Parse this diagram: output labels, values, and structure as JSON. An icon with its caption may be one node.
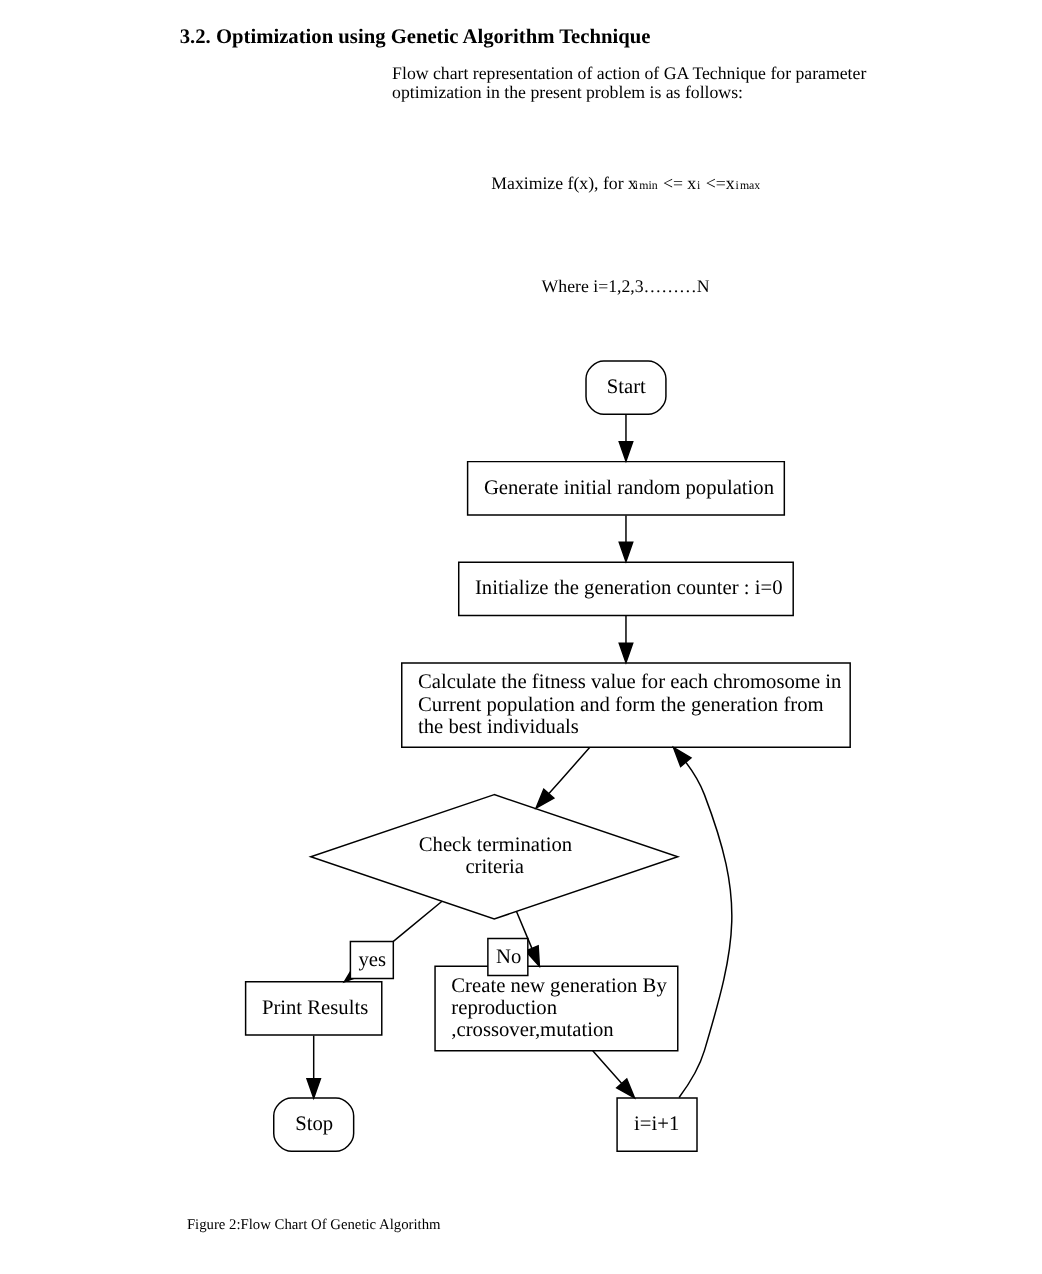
{
  "diagram": {
    "title": "3.2. Optimization using Genetic Algorithm Technique",
    "caption": "Figure 2:Flow Chart Of Genetic Algorithm",
    "nodes": [
      {
        "text": [
          "Start"
        ]
      },
      {
        "text": [
          "Generate initial random population"
        ]
      },
      {
        "text": [
          "Initialize the generation counter : i=0"
        ]
      },
      {
        "text": [
          "Calculate the fitness value for each chromosome in Current population and form the generation from the best individuals"
        ]
      },
      {
        "text": [
          "Check termination criteria"
        ]
      },
      {
        "text": [
          "Create new generation By reproduction ,crossover,mutation"
        ]
      },
      {
        "text": [
          "i=i+1"
        ]
      },
      {
        "text": [
          "Print Results"
        ]
      },
      {
        "text": [
          "Stop"
        ]
      }
    ],
    "edges": [
      {
        "from": 0,
        "to": 1,
        "arrow": "to"
      },
      {
        "from": 1,
        "to": 2,
        "arrow": "to"
      },
      {
        "from": 2,
        "to": 3,
        "arrow": "to"
      },
      {
        "from": 3,
        "to": 4,
        "arrow": "to"
      },
      {
        "from": 4,
        "to": 5,
        "arrow": "to",
        "label": "No"
      },
      {
        "from": 5,
        "to": 6,
        "arrow": "to"
      },
      {
        "from": 6,
        "to": 3,
        "arrow": "to"
      },
      {
        "from": 4,
        "to": 7,
        "arrow": "to",
        "label": "yes"
      },
      {
        "from": 7,
        "to": 8,
        "arrow": "to"
      }
    ],
    "labels": [
      "Flow chart representation of action of GA Technique for parameter optimization in the present problem is as follows:",
      "Maximize f(x), for x$_{i}$$^{min}$ <= x$_{i}$ <=x$_{i}$$^{max}$",
      "Where i=1,2,3………N"
    ]
  }
}
